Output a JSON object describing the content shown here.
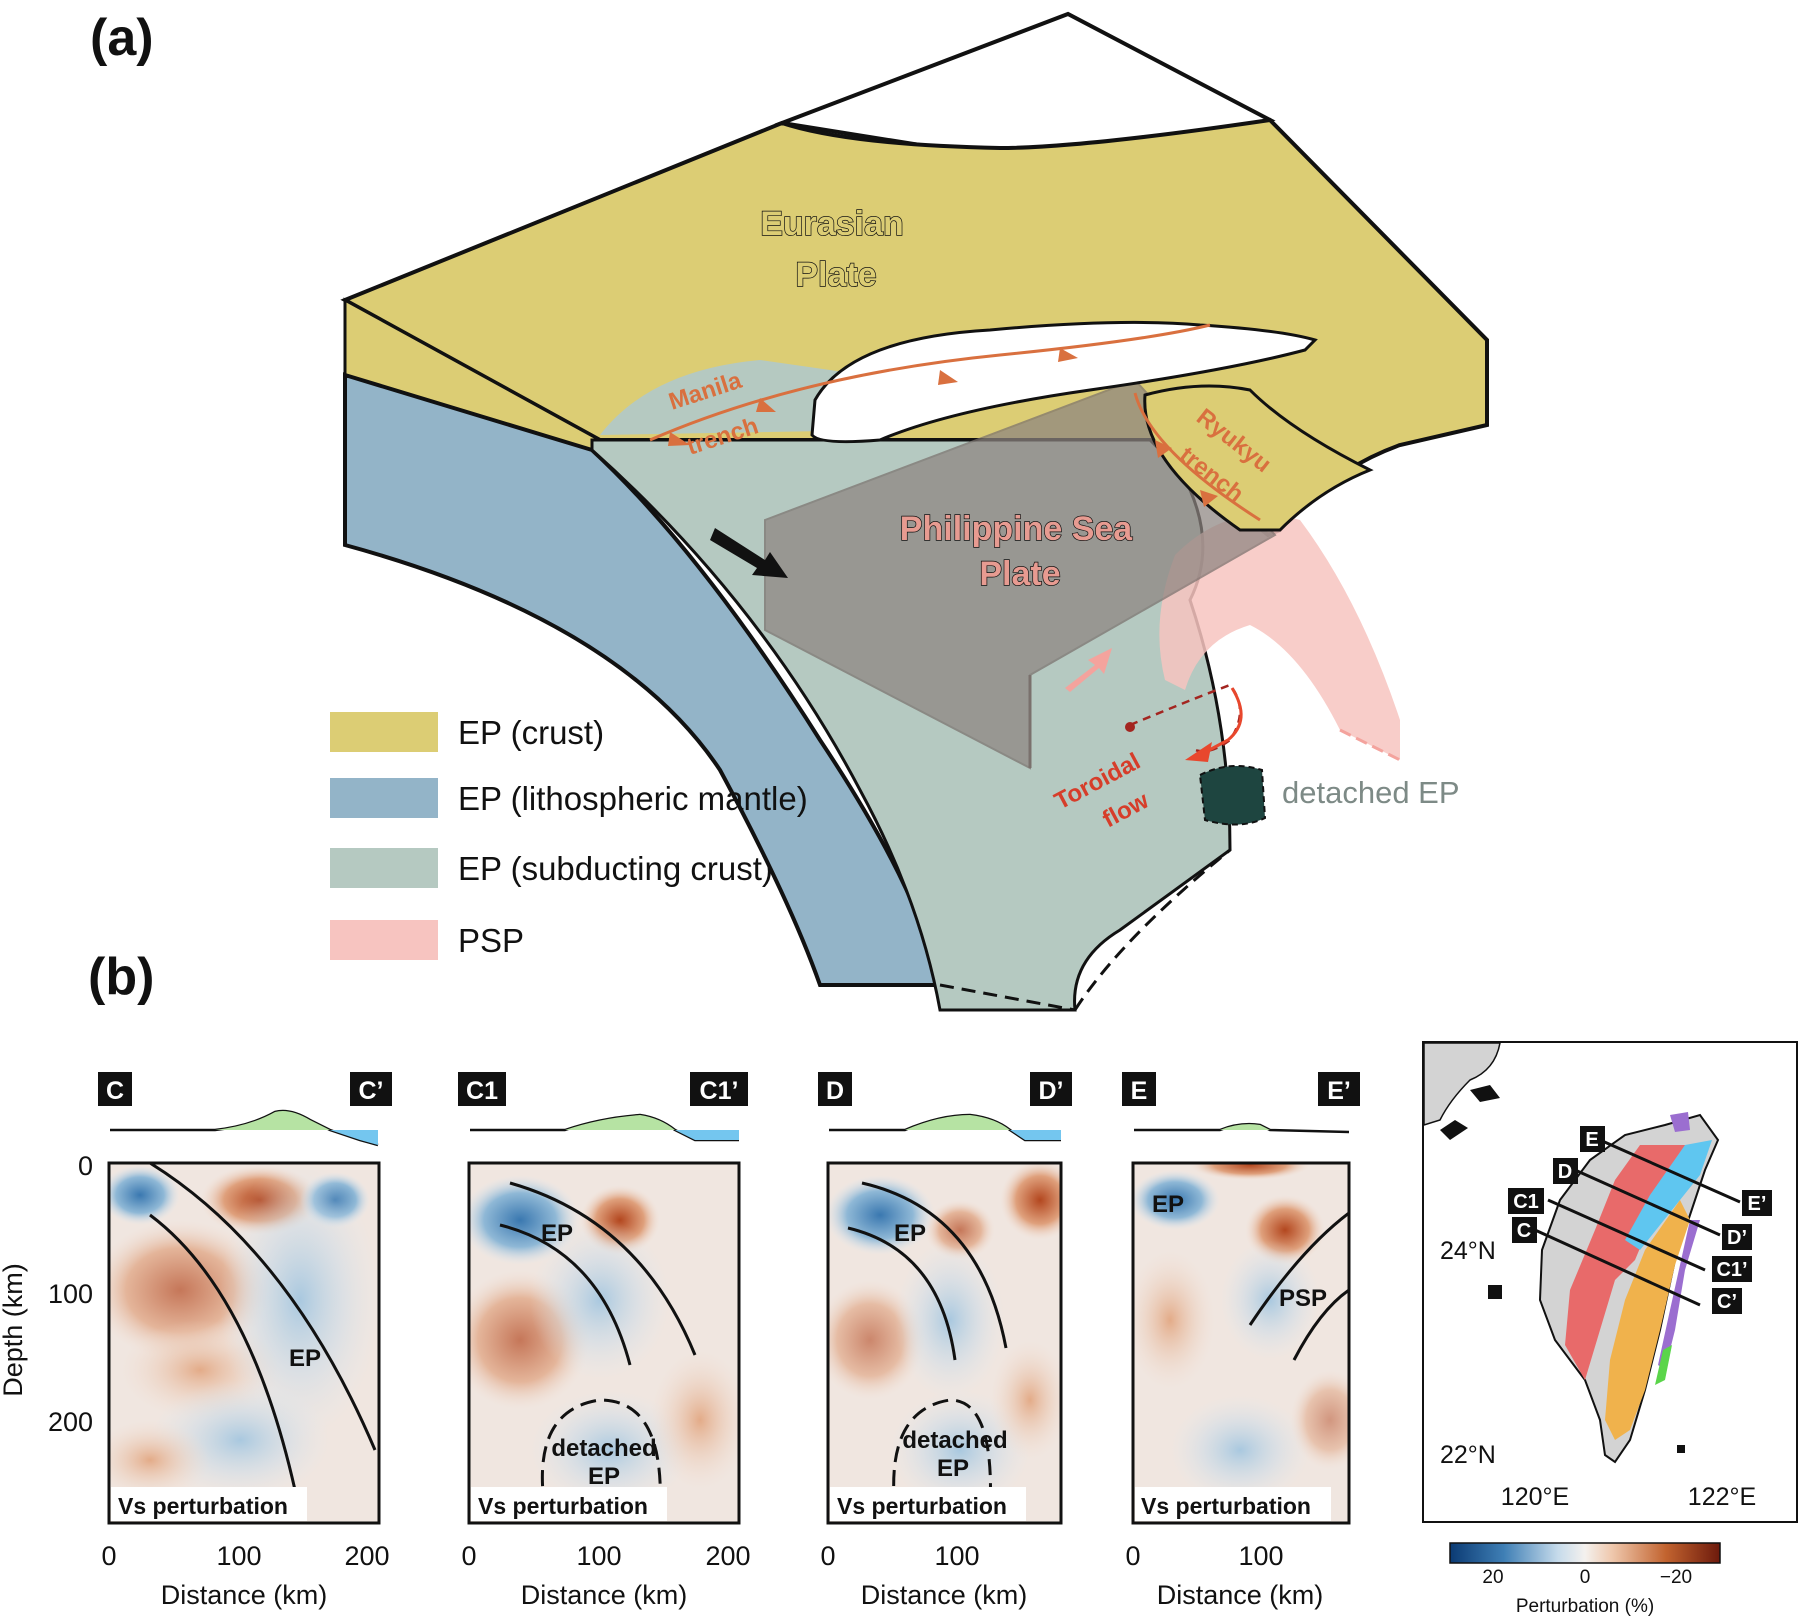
{
  "panels": {
    "a": "(a)",
    "b": "(b)"
  },
  "block_diagram": {
    "eurasian_plate": [
      "Eurasian",
      "Plate"
    ],
    "philippine_sea_plate": [
      "Philippine Sea",
      "Plate"
    ],
    "manila_trench": [
      "Manila",
      "trench"
    ],
    "ryukyu_trench": [
      "Ryukyu",
      "trench"
    ],
    "toroidal_flow": [
      "Toroidal",
      "flow"
    ],
    "detached_ep": "detached EP"
  },
  "legend": [
    {
      "label": "EP (crust)",
      "color": "#dccd74"
    },
    {
      "label": "EP (lithospheric mantle)",
      "color": "#93b4c8"
    },
    {
      "label": "EP (subducting crust)",
      "color": "#b5c9c1"
    },
    {
      "label": "PSP",
      "color": "#f7c4c0"
    }
  ],
  "sections": [
    {
      "start": "C",
      "end": "C’",
      "x_ticks": [
        "0",
        "100",
        "200"
      ],
      "labels": [
        "EP"
      ],
      "footer": "Vs perturbation"
    },
    {
      "start": "C1",
      "end": "C1’",
      "x_ticks": [
        "0",
        "100",
        "200"
      ],
      "labels": [
        "EP",
        "detached",
        "EP"
      ],
      "footer": "Vs perturbation"
    },
    {
      "start": "D",
      "end": "D’",
      "x_ticks": [
        "0",
        "100"
      ],
      "labels": [
        "EP",
        "detached",
        "EP"
      ],
      "footer": "Vs perturbation"
    },
    {
      "start": "E",
      "end": "E’",
      "x_ticks": [
        "0",
        "100"
      ],
      "labels": [
        "EP",
        "PSP"
      ],
      "footer": "Vs perturbation"
    }
  ],
  "axes": {
    "x_title": "Distance (km)",
    "y_title": "Depth (km)",
    "y_ticks": [
      "0",
      "100",
      "200"
    ]
  },
  "map": {
    "lat_labels": [
      "24°N",
      "22°N"
    ],
    "lon_labels": [
      "120°E",
      "122°E"
    ],
    "profile_tags": [
      "E",
      "D",
      "C1",
      "C",
      "E’",
      "D’",
      "C1’",
      "C’"
    ]
  },
  "colorbar": {
    "ticks": [
      "20",
      "0",
      "−20"
    ],
    "title": "Perturbation (%)"
  }
}
